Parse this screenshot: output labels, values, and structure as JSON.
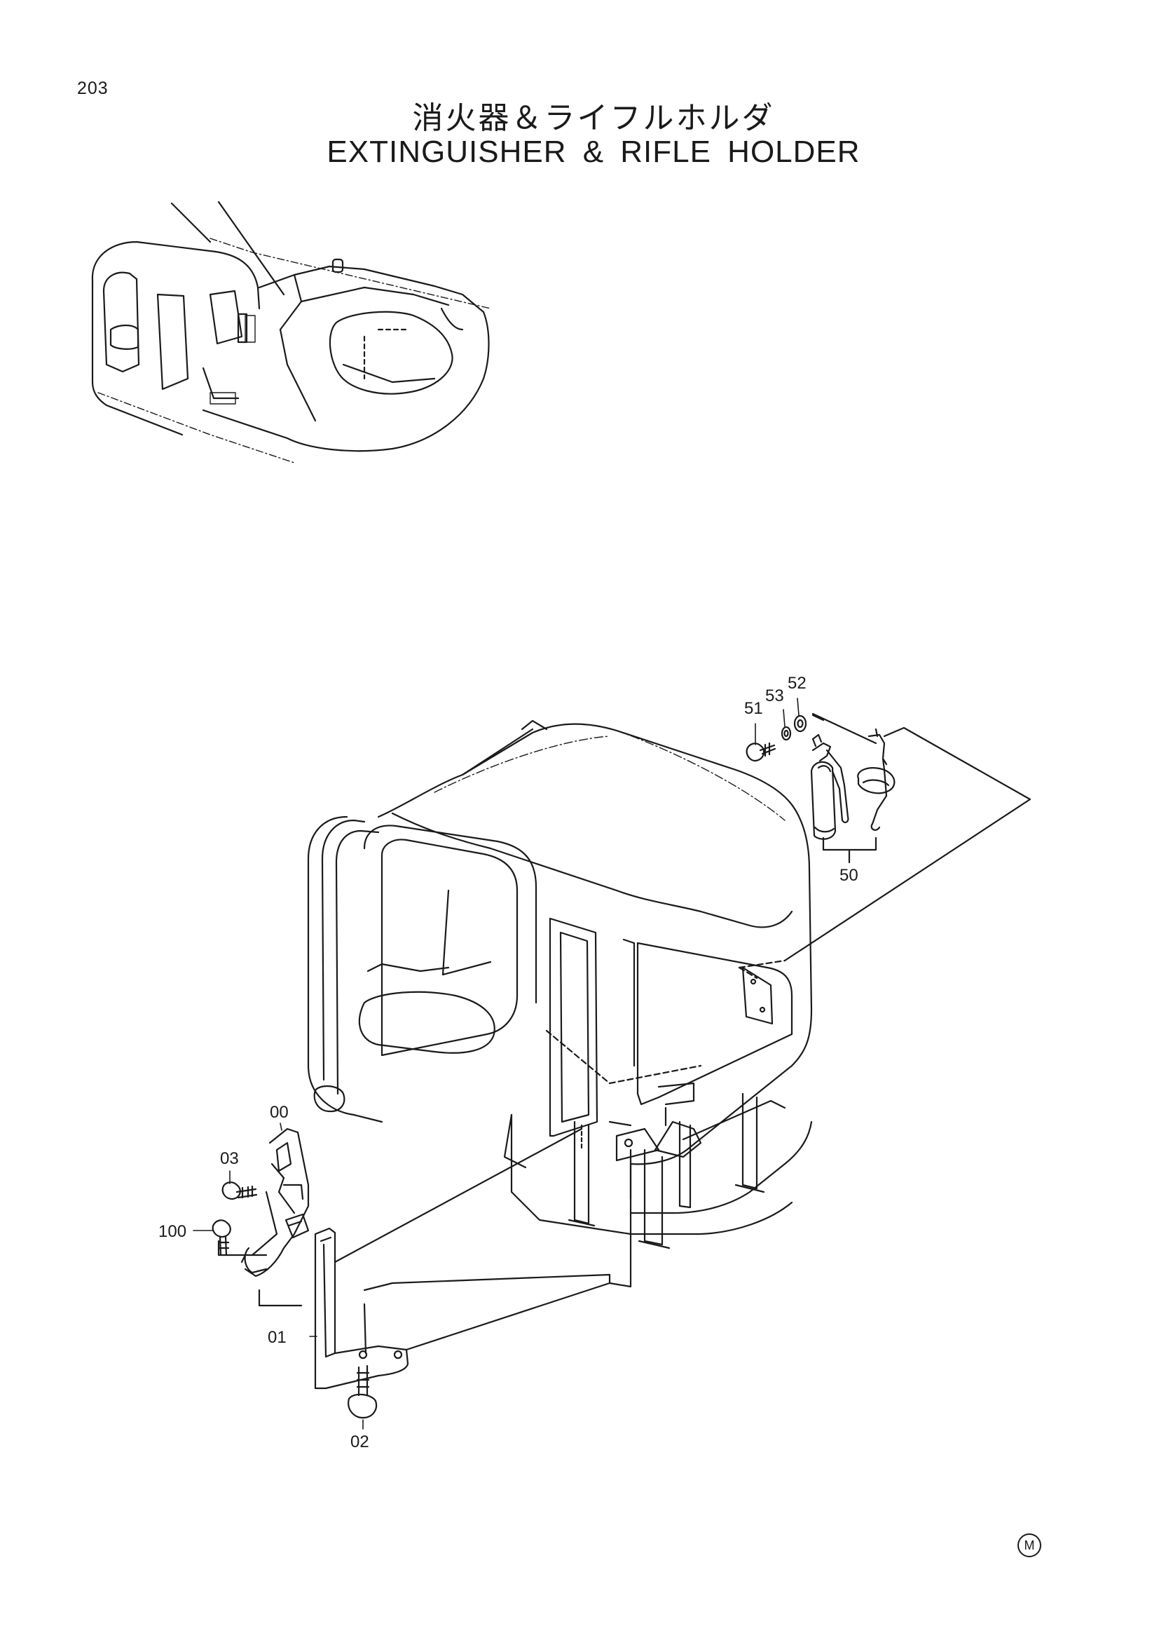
{
  "header": {
    "page_number": "203",
    "title_jp": "消火器＆ライフルホルダ",
    "title_en": "EXTINGUISHER & RIFLE HOLDER"
  },
  "callouts": {
    "p00": "00",
    "p01": "01",
    "p02": "02",
    "p03": "03",
    "p100": "100",
    "p50": "50",
    "p51": "51",
    "p52": "52",
    "p53": "53"
  },
  "footer": {
    "mark": "M"
  }
}
